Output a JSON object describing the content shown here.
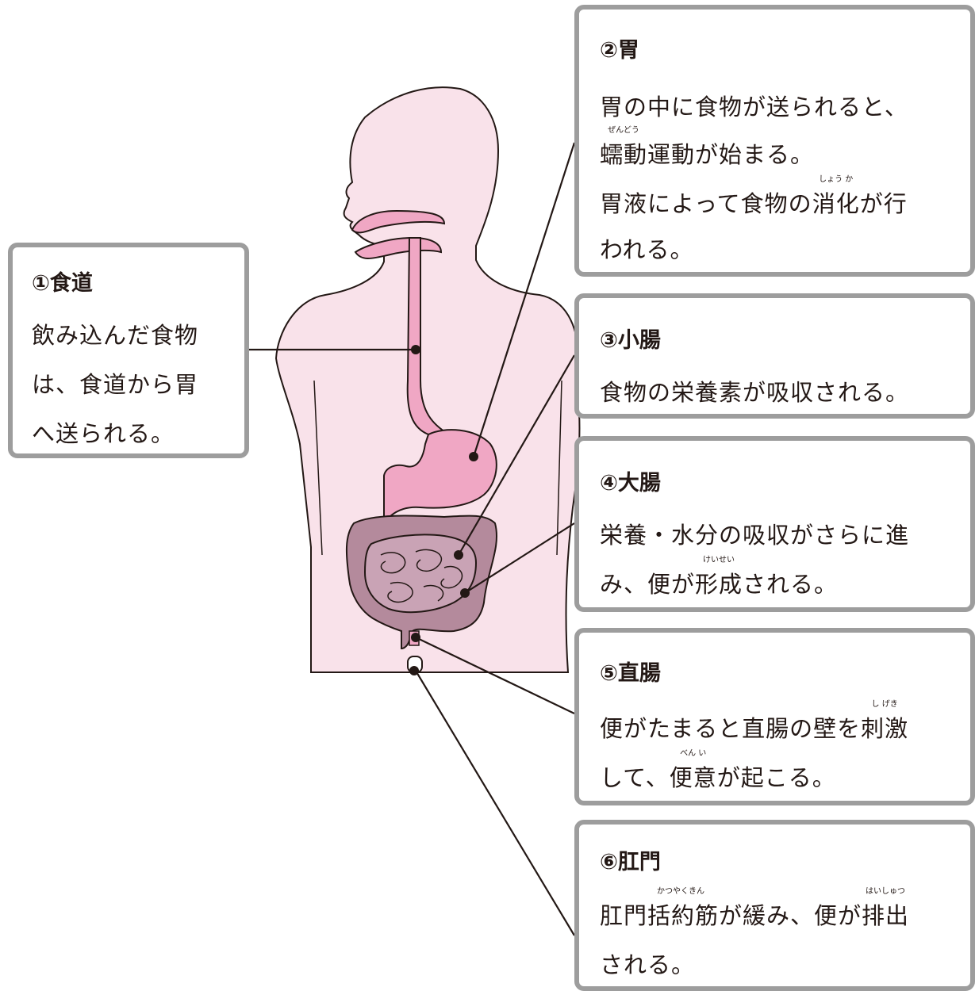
{
  "colors": {
    "box_border": "#9d9d9d",
    "body_fill": "#f9e2ea",
    "tract_fill": "#f0a7c4",
    "tract_dark": "#e48ab0",
    "intestine_large": "#b48a9c",
    "intestine_small": "#c9a3b5",
    "line": "#231815"
  },
  "boxes": [
    {
      "id": "esophagus",
      "title": "①食道",
      "lines": [
        "飲み込んだ食物",
        "は、食道から胃",
        "へ送られる。"
      ]
    },
    {
      "id": "stomach",
      "title": "②胃",
      "lines": [
        "胃の中に食物が送られると、",
        [
          {
            "text": "蠕動",
            "ruby": "ぜんどう"
          },
          {
            "text": "運動が始まる。"
          }
        ],
        [
          {
            "text": "胃液によって食物の"
          },
          {
            "text": "消化",
            "ruby": "しょう か"
          },
          {
            "text": "が行"
          }
        ],
        "われる。"
      ]
    },
    {
      "id": "small_intestine",
      "title": "③小腸",
      "lines": [
        "食物の栄養素が吸収される。"
      ]
    },
    {
      "id": "large_intestine",
      "title": "④大腸",
      "lines": [
        "栄養・水分の吸収がさらに進",
        [
          {
            "text": "み、便が"
          },
          {
            "text": "形成",
            "ruby": "けいせい"
          },
          {
            "text": "される。"
          }
        ]
      ]
    },
    {
      "id": "rectum",
      "title": "⑤直腸",
      "lines": [
        [
          {
            "text": "便がたまると直腸の壁を"
          },
          {
            "text": "刺激",
            "ruby": "し げき"
          }
        ],
        [
          {
            "text": "して、"
          },
          {
            "text": "便意",
            "ruby": "べん い"
          },
          {
            "text": "が起こる。"
          }
        ]
      ]
    },
    {
      "id": "anus",
      "title": "⑥肛門",
      "lines": [
        [
          {
            "text": "肛門括約筋",
            "ruby": "かつやくきん"
          },
          {
            "text": "が緩み、便が"
          },
          {
            "text": "排出",
            "ruby": "はいしゅつ"
          }
        ],
        "される。"
      ]
    }
  ]
}
